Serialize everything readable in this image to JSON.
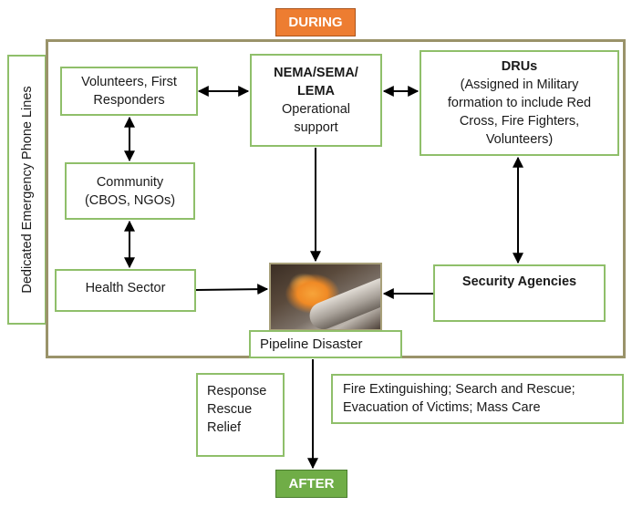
{
  "phases": {
    "during": "DURING",
    "after": "AFTER"
  },
  "sidebar": {
    "label": "Dedicated Emergency Phone Lines"
  },
  "nodes": {
    "volunteers": {
      "lines": [
        "Volunteers, First",
        "Responders"
      ]
    },
    "nema": {
      "title_lines": [
        "NEMA/SEMA/",
        "LEMA"
      ],
      "body_lines": [
        "Operational",
        "support"
      ]
    },
    "drus": {
      "title": "DRUs",
      "body_lines": [
        "(Assigned in Military",
        "formation to include Red",
        "Cross, Fire Fighters,",
        "Volunteers)"
      ]
    },
    "community": {
      "lines": [
        "Community",
        "(CBOS, NGOs)"
      ]
    },
    "health": {
      "label": "Health Sector"
    },
    "security": {
      "label": "Security Agencies"
    },
    "pipeline": {
      "label": "Pipeline Disaster",
      "image": "pipeline-fire-photo"
    }
  },
  "after_notes": {
    "phases_list": [
      "Response",
      "Rescue",
      "Relief"
    ],
    "activities_lines": [
      "Fire Extinguishing; Search and Rescue;",
      "Evacuation of Victims; Mass Care"
    ]
  },
  "colors": {
    "during": "#ed7d31",
    "after": "#70ad47",
    "box_border": "#8fbf6a",
    "frame_border": "#9a936a"
  }
}
